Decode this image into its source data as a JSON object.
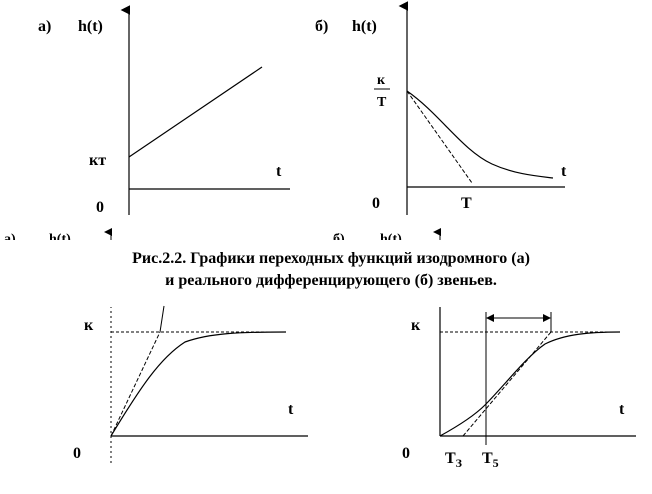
{
  "figure_top": {
    "left_panel": {
      "panel_label": "а)",
      "y_label": "h(t)",
      "x_label": "t",
      "origin_label": "0",
      "intercept_label": "кт"
    },
    "right_panel": {
      "panel_label": "б)",
      "y_label": "h(t)",
      "x_label": "t",
      "origin_label": "0",
      "ratio_numerator": "к",
      "ratio_denominator": "T",
      "time_label": "T"
    }
  },
  "clipped_row": {
    "left_panel_label": "а)",
    "left_y_label": "h(t)",
    "right_panel_label": "б)",
    "right_y_label": "h(t)"
  },
  "caption": {
    "line1": "Рис.2.2. Графики переходных функций изодромного (а)",
    "line2": "и реального дифференцирующего (б) звеньев."
  },
  "figure_bottom": {
    "left_panel": {
      "y_label": "к",
      "x_label": "t",
      "origin_label": "0"
    },
    "right_panel": {
      "y_label": "к",
      "x_label": "t",
      "origin_label": "0",
      "t3_base": "T",
      "t3_sub": "З",
      "t5_base": "T",
      "t5_sub": "5"
    }
  },
  "colors": {
    "ink": "#000000",
    "background": "#ffffff"
  }
}
